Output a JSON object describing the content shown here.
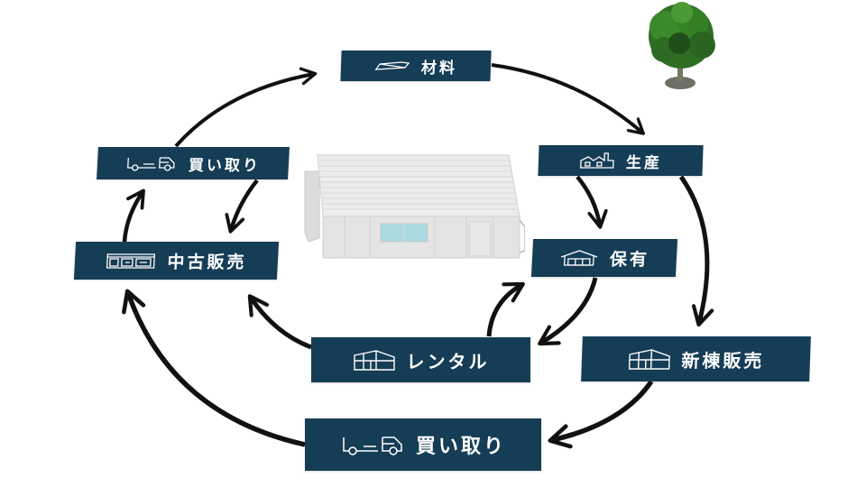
{
  "diagram": {
    "type": "lifecycle-cycle",
    "colors": {
      "label_bg": "#163d56",
      "label_text": "#ffffff",
      "arrow": "#111111",
      "background": "#ffffff"
    },
    "nodes": {
      "zairyo": {
        "label": "材料",
        "icon": "material-panel-icon"
      },
      "seisan": {
        "label": "生産",
        "icon": "factory-icon"
      },
      "hoyu": {
        "label": "保有",
        "icon": "warehouse-icon"
      },
      "shinchiku": {
        "label": "新棟販売",
        "icon": "building-icon"
      },
      "rental": {
        "label": "レンタル",
        "icon": "building-icon"
      },
      "kaitori_top": {
        "label": "買い取り",
        "icon": "truck-icon"
      },
      "chuko": {
        "label": "中古販売",
        "icon": "modular-units-icon"
      },
      "kaitori_bottom": {
        "label": "買い取り",
        "icon": "truck-icon"
      }
    },
    "edges": [
      {
        "from": "材料",
        "to": "生産"
      },
      {
        "from": "生産",
        "to": "保有"
      },
      {
        "from": "生産",
        "to": "新棟販売"
      },
      {
        "from": "保有",
        "to": "レンタル"
      },
      {
        "from": "レンタル",
        "to": "保有"
      },
      {
        "from": "レンタル",
        "to": "中古販売"
      },
      {
        "from": "新棟販売",
        "to": "買い取り"
      },
      {
        "from": "買い取り",
        "to": "中古販売"
      },
      {
        "from": "中古販売",
        "to": "買い取り"
      },
      {
        "from": "買い取り",
        "to": "材料"
      }
    ],
    "images": {
      "center": "modular-container-model",
      "decoration": "tree-model"
    }
  }
}
